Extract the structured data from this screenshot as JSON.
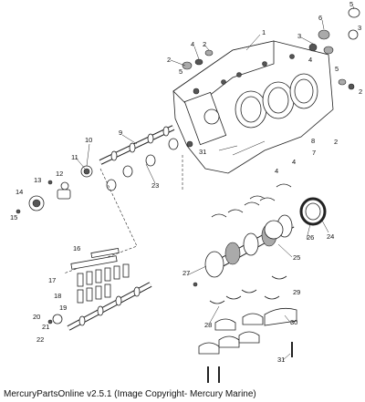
{
  "footer": "MercuryPartsOnline v2.5.1 (Image Copyright- Mercury Marine)",
  "callouts": [
    "1",
    "2",
    "3",
    "4",
    "5",
    "6",
    "7",
    "8",
    "9",
    "10",
    "11",
    "12",
    "13",
    "14",
    "15",
    "16",
    "17",
    "18",
    "19",
    "20",
    "21",
    "22",
    "23",
    "24",
    "25",
    "26",
    "27",
    "28",
    "29",
    "30",
    "31"
  ]
}
